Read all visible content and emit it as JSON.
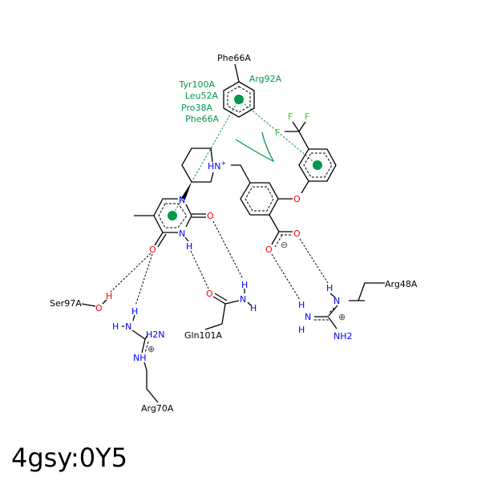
{
  "title": "4gsy:0Y5",
  "colors": {
    "hydrophobic": "#00994c",
    "nitrogen": "#0000ff",
    "oxygen": "#ff0000",
    "fluorine": "#33cc33"
  },
  "residues": {
    "phe66_top": "Phe66A",
    "arg92": "Arg92A",
    "tyr100": "Tyr100A",
    "leu52": "Leu52A",
    "pro38": "Pro38A",
    "phe66_green": "Phe66A",
    "ser97": "Ser97A",
    "gln101": "Gln101A",
    "arg70": "Arg70A",
    "arg48": "Arg48A"
  },
  "atoms": {
    "F": "F",
    "HN_plus": "HN",
    "plus_sup": "+",
    "O": "O",
    "N": "N",
    "H": "H",
    "H2N": "H2N",
    "NH": "NH",
    "NH2": "NH2",
    "minus": "⊖",
    "plus": "⊕"
  }
}
